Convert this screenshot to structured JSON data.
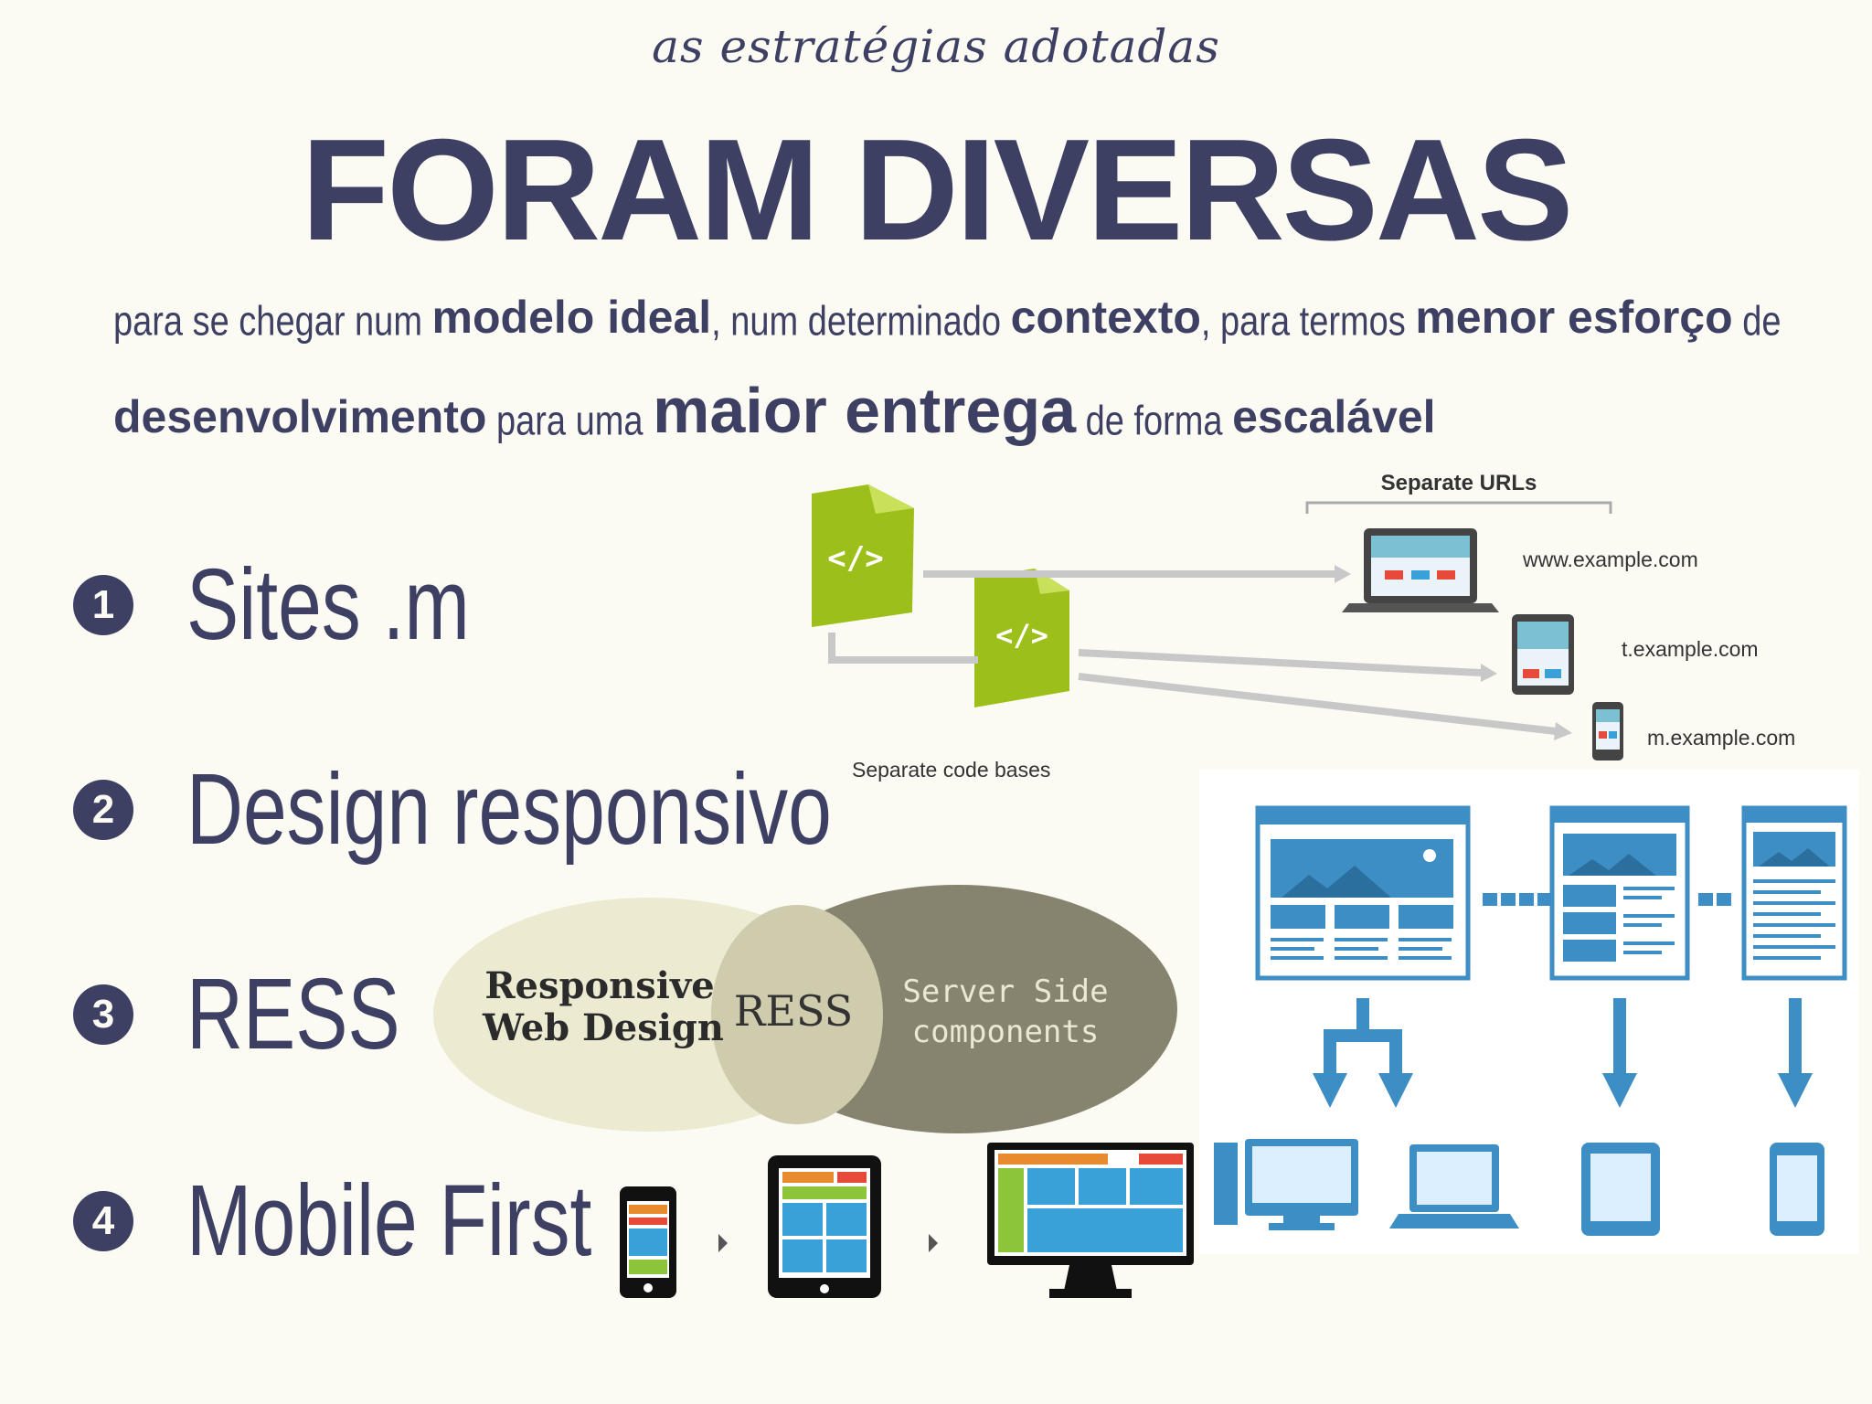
{
  "subtitle": "as estratégias adotadas",
  "title": "FORAM DIVERSAS",
  "paragraph": {
    "line1": [
      {
        "t": "para se chegar num ",
        "s": "n"
      },
      {
        "t": "modelo ideal",
        "s": "b"
      },
      {
        "t": ", num determinado ",
        "s": "n"
      },
      {
        "t": "contexto",
        "s": "b"
      },
      {
        "t": ", para termos ",
        "s": "n"
      },
      {
        "t": "menor esforço",
        "s": "b"
      },
      {
        "t": " de",
        "s": "n"
      }
    ],
    "line2": [
      {
        "t": "desenvolvimento",
        "s": "b"
      },
      {
        "t": " para uma ",
        "s": "n"
      },
      {
        "t": "maior entrega",
        "s": "bl"
      },
      {
        "t": " de forma ",
        "s": "n"
      },
      {
        "t": "escalável",
        "s": "b"
      }
    ]
  },
  "items": [
    {
      "number": "1",
      "label": "Sites .m"
    },
    {
      "number": "2",
      "label": "Design responsivo"
    },
    {
      "number": "3",
      "label": "RESS"
    },
    {
      "number": "4",
      "label": "Mobile First"
    }
  ],
  "separate_urls": {
    "heading": "Separate URLs",
    "code_icon": "</>",
    "urls": [
      "www.example.com",
      "t.example.com",
      "m.example.com"
    ],
    "caption": "Separate code bases"
  },
  "ress_venn": {
    "left": "Responsive Web Design",
    "left_line1": "Responsive",
    "left_line2": "Web Design",
    "center": "RESS",
    "right_line1": "Server Side",
    "right_line2": "components",
    "left_color": "#ecebd2",
    "right_color": "#86836e"
  },
  "colors": {
    "text": "#3d3f63",
    "background": "#fbfaf3",
    "code_green": "#9cbf1a",
    "diagram_blue": "#3d8ec4"
  }
}
